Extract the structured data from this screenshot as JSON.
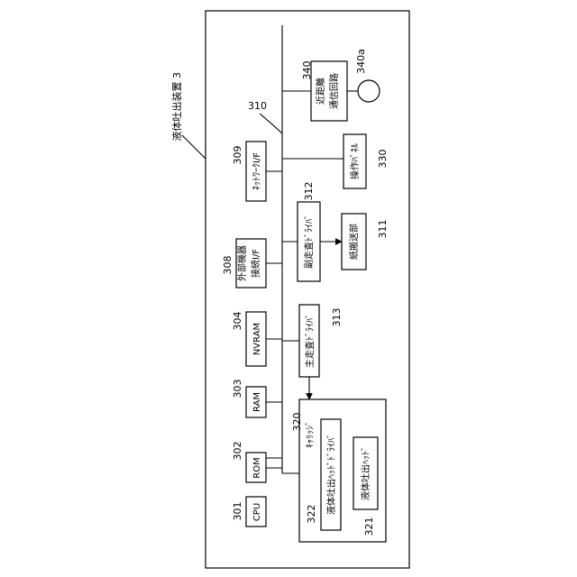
{
  "device": {
    "title": "液体吐出装置 3"
  },
  "bus": {
    "ref": "310"
  },
  "components": {
    "cpu": {
      "ref": "301",
      "label": "CPU"
    },
    "rom": {
      "ref": "302",
      "label": "ROM"
    },
    "ram": {
      "ref": "303",
      "label": "RAM"
    },
    "nvram": {
      "ref": "304",
      "label": "NVRAM"
    },
    "extif": {
      "ref": "308",
      "label_1": "外部機器",
      "label_2": "接続I/F"
    },
    "netif": {
      "ref": "309",
      "label": "ﾈｯﾄﾜｰｸI/F"
    },
    "paper": {
      "ref": "311",
      "label": "紙搬送部"
    },
    "subscan": {
      "ref": "312",
      "label": "副走査ﾄﾞﾗｲﾊﾞ"
    },
    "mainscan": {
      "ref": "313",
      "label": "主走査ﾄﾞﾗｲﾊﾞ"
    },
    "carriage": {
      "ref": "320",
      "label": "ｷｬﾘｯｼﾞ"
    },
    "head": {
      "ref": "321",
      "label": "液体吐出ﾍｯﾄﾞ"
    },
    "headdrv": {
      "ref": "322",
      "label": "液体吐出ﾍｯﾄﾞﾄﾞﾗｲﾊﾞ"
    },
    "panel": {
      "ref": "330",
      "label": "操作ﾊﾟﾈﾙ"
    },
    "nfc": {
      "ref": "340",
      "label_1": "近距離",
      "label_2": "通信回路"
    },
    "antenna": {
      "ref": "340a"
    }
  }
}
